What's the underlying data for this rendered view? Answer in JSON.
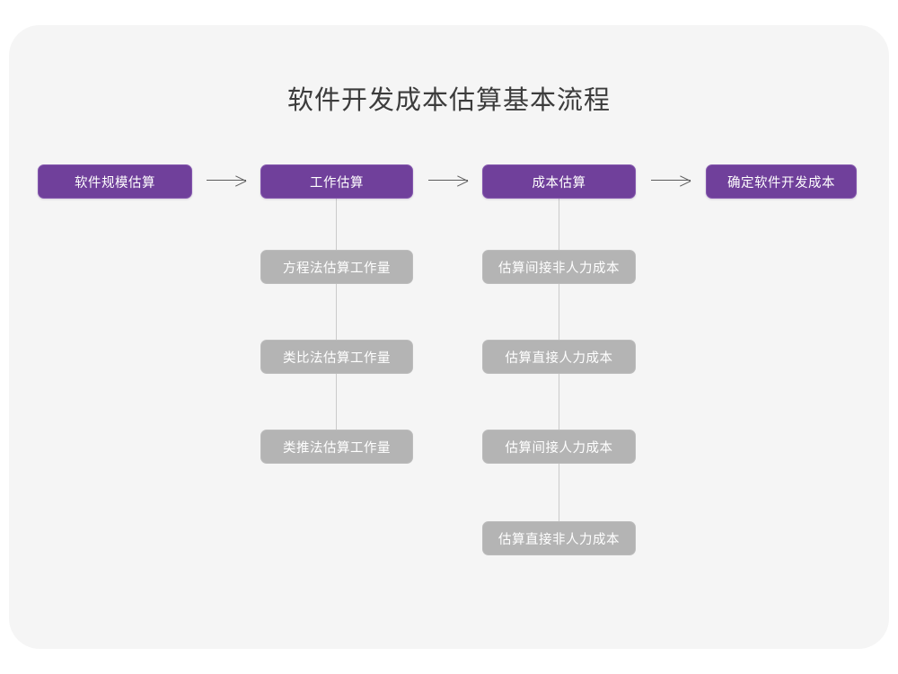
{
  "diagram": {
    "title": "软件开发成本估算基本流程",
    "colors": {
      "page_background": "#ffffff",
      "card_background": "#f5f5f5",
      "primary_node": "#70409b",
      "secondary_node": "#b4b4b4",
      "arrow": "#5c5c5c",
      "stem": "#cacaca",
      "title_text": "#3c3c3c",
      "node_text": "#ffffff"
    },
    "main_flow": [
      {
        "label": "软件规模估算"
      },
      {
        "label": "工作估算"
      },
      {
        "label": "成本估算"
      },
      {
        "label": "确定软件开发成本"
      }
    ],
    "connectors": {
      "arrow_1": "arrow-right-icon",
      "arrow_2": "arrow-right-icon",
      "arrow_3": "arrow-right-icon"
    },
    "sub_flows": [
      {
        "parent": "工作估算",
        "items": [
          {
            "label": "方程法估算工作量"
          },
          {
            "label": "类比法估算工作量"
          },
          {
            "label": "类推法估算工作量"
          }
        ]
      },
      {
        "parent": "成本估算",
        "items": [
          {
            "label": "估算间接非人力成本"
          },
          {
            "label": "估算直接人力成本"
          },
          {
            "label": "估算间接人力成本"
          },
          {
            "label": "估算直接非人力成本"
          }
        ]
      }
    ]
  }
}
